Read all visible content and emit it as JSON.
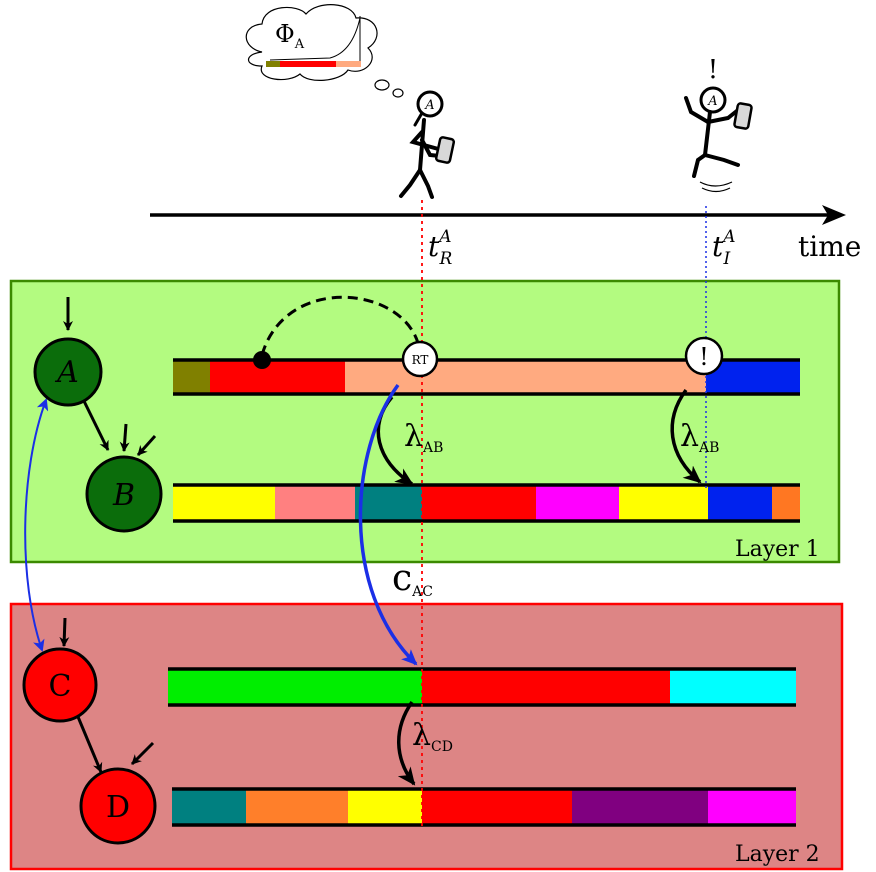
{
  "timeline": {
    "time_label": "time",
    "tR": {
      "base": "t",
      "sub": "R",
      "sup": "A"
    },
    "tI": {
      "base": "t",
      "sub": "I",
      "sup": "A"
    }
  },
  "thought": {
    "phi_base": "Φ",
    "phi_sub": "A",
    "colors": [
      "#808000",
      "#ff0000",
      "#ffaa80"
    ]
  },
  "figures": {
    "reader": {
      "head_label": "A"
    },
    "jumper": {
      "head_label": "A",
      "exclaim": "!"
    }
  },
  "layers": [
    {
      "name": "Layer 1",
      "bg_color": "#b3fb80",
      "border_color": "#3b8a00",
      "nodes": [
        {
          "id": "A",
          "label": "A",
          "fill": "#0b6d0b"
        },
        {
          "id": "B",
          "label": "B",
          "fill": "#0b6d0b"
        }
      ],
      "bars": [
        {
          "node": "A",
          "segments": [
            "#808000",
            "#ff0000",
            "#ffaa80",
            "#0022ee"
          ]
        },
        {
          "node": "B",
          "segments": [
            "#ffff00",
            "#ff8080",
            "#008080",
            "#ff0000",
            "#ff00ff",
            "#ffff00",
            "#0022ee",
            "#ff7722"
          ]
        }
      ],
      "markers": [
        {
          "id": "rt",
          "label": "RT"
        },
        {
          "id": "ins",
          "label": "!"
        }
      ],
      "edge_labels": [
        {
          "base": "λ",
          "sub": "AB"
        },
        {
          "base": "λ",
          "sub": "AB"
        }
      ]
    },
    {
      "name": "Layer 2",
      "bg_color": "#dd8585",
      "border_color": "#ff0000",
      "nodes": [
        {
          "id": "C",
          "label": "C",
          "fill": "#ff0000"
        },
        {
          "id": "D",
          "label": "D",
          "fill": "#ff0000"
        }
      ],
      "bars": [
        {
          "node": "C",
          "segments": [
            "#00ee00",
            "#ff0000",
            "#00ffff"
          ]
        },
        {
          "node": "D",
          "segments": [
            "#008080",
            "#ff7f2a",
            "#ffff00",
            "#ff0000",
            "#800080",
            "#ff00ff"
          ]
        }
      ],
      "edge_labels": [
        {
          "base": "λ",
          "sub": "CD"
        }
      ]
    }
  ],
  "coupling": {
    "base": "c",
    "sub": "AC"
  }
}
